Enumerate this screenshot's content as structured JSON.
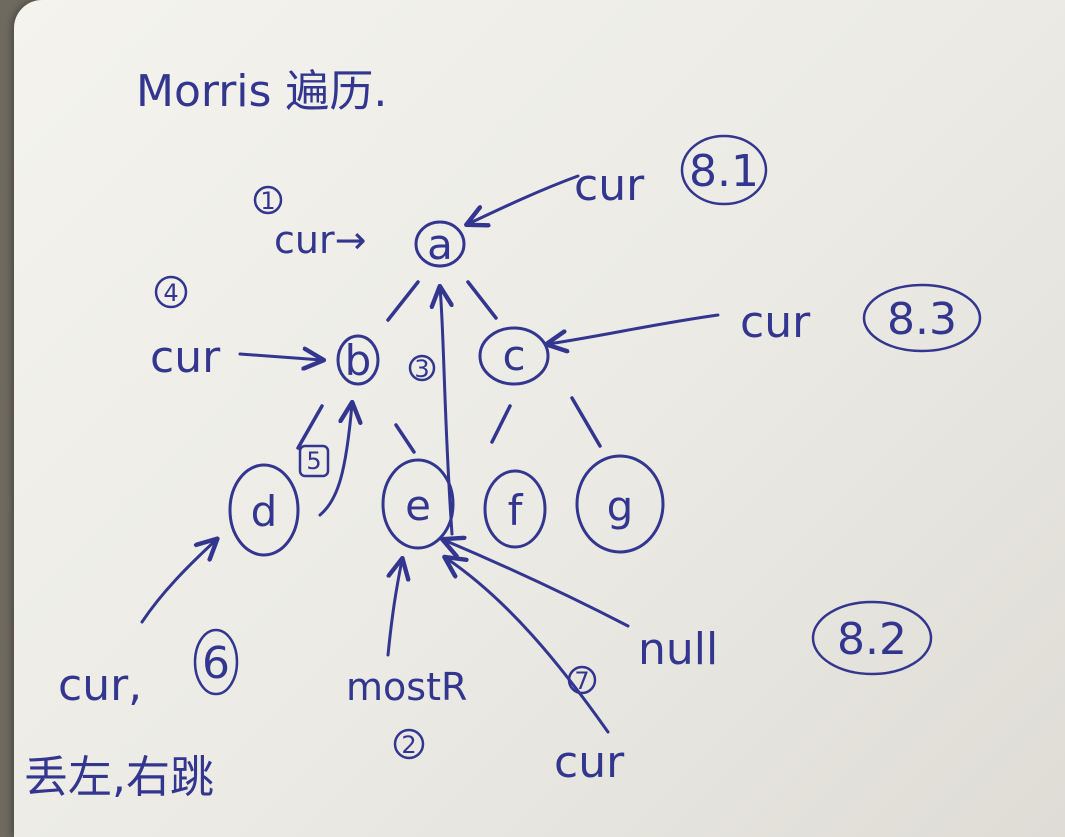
{
  "title": "Morris 遍历.",
  "colors": {
    "ink": "#33368f",
    "paper": "#f1f0ea",
    "background_edge": "#6f6a60"
  },
  "nodes": {
    "a": "a",
    "b": "b",
    "c": "c",
    "d": "d",
    "e": "e",
    "f": "f",
    "g": "g"
  },
  "labels": {
    "cur_a_left": "cur→",
    "step_1": "1",
    "cur_a_right": "cur",
    "step_8_1": "8.1",
    "step_4": "4",
    "cur_b": "cur",
    "cur_c": "cur",
    "step_8_3": "8.3",
    "step_3": "3",
    "step_5": "5",
    "cur_d": "cur,",
    "step_6": "6",
    "go_left_right_jump": "丢左,右跳",
    "most_r": "mostR",
    "step_2": "2",
    "cur_bottom": "cur",
    "step_7": "7",
    "null_label": "null",
    "step_8_2": "8.2"
  }
}
